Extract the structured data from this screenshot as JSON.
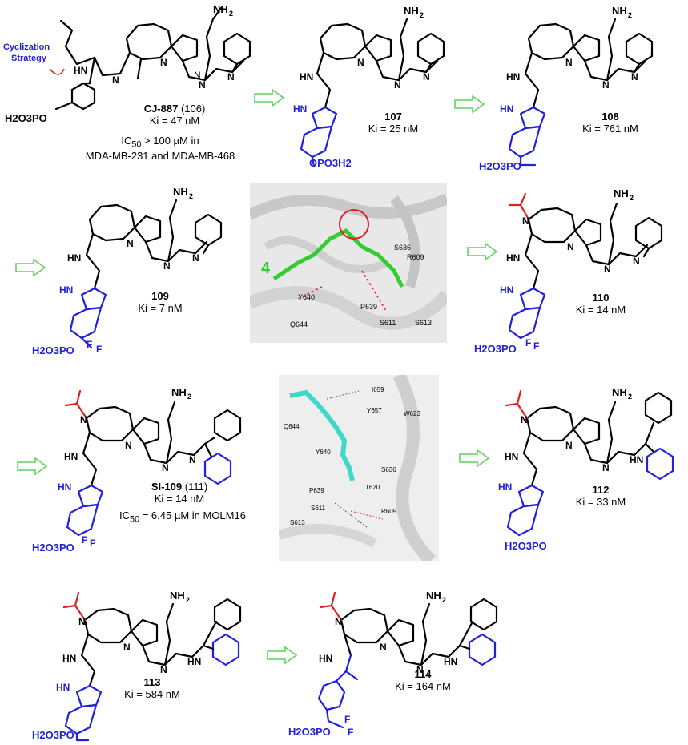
{
  "compounds": {
    "c106": {
      "id_main": "CJ-887",
      "id_paren": "(106)",
      "ki": "Ki = 47 nM",
      "ic50_pre": "IC",
      "ic50_sub": "50",
      "ic50_post": " > 100 µM in",
      "cells": "MDA-MB-231 and MDA-MB-468"
    },
    "c107": {
      "id": "107",
      "ki": "Ki = 25 nM"
    },
    "c108": {
      "id": "108",
      "ki": "Ki = 761 nM"
    },
    "c109": {
      "id": "109",
      "ki": "Ki = 7 nM"
    },
    "c110": {
      "id": "110",
      "ki": "Ki = 14 nM"
    },
    "c111": {
      "id_main": "SI-109",
      "id_paren": "(111)",
      "ki": "Ki = 14 nM",
      "ic50_pre": "IC",
      "ic50_sub": "50",
      "ic50_post": " = 6.45 µM in MOLM16"
    },
    "c112": {
      "id": "112",
      "ki": "Ki = 33 nM"
    },
    "c113": {
      "id": "113",
      "ki": "Ki = 584 nM"
    },
    "c114": {
      "id": "114",
      "ki": "Ki = 164 nM"
    }
  },
  "annotations": {
    "cyclization_line1": "Cyclization",
    "cyclization_line2": "Strategy",
    "complex_ligand": "4"
  },
  "atoms": {
    "nh2": "NH2",
    "hn": "HN",
    "nh": "NH",
    "n": "N",
    "h": "H",
    "o": "O",
    "f": "F",
    "h2o3po": "H2O3PO",
    "opo3h2": "OPO3H2"
  },
  "residues_top": [
    "S636",
    "R609",
    "Y640",
    "P639",
    "Q644",
    "S611",
    "S613"
  ],
  "residues_bottom": [
    "I659",
    "Y657",
    "W623",
    "Q644",
    "Y640",
    "S636",
    "T620",
    "P639",
    "S611",
    "R609",
    "S613"
  ],
  "colors": {
    "core": "#000000",
    "indole": "#2020e0",
    "acetyl": "#e02020",
    "arrow": "#5dd35d",
    "ligand_green": "#33cc33",
    "ligand_cyan": "#40d8c8"
  }
}
